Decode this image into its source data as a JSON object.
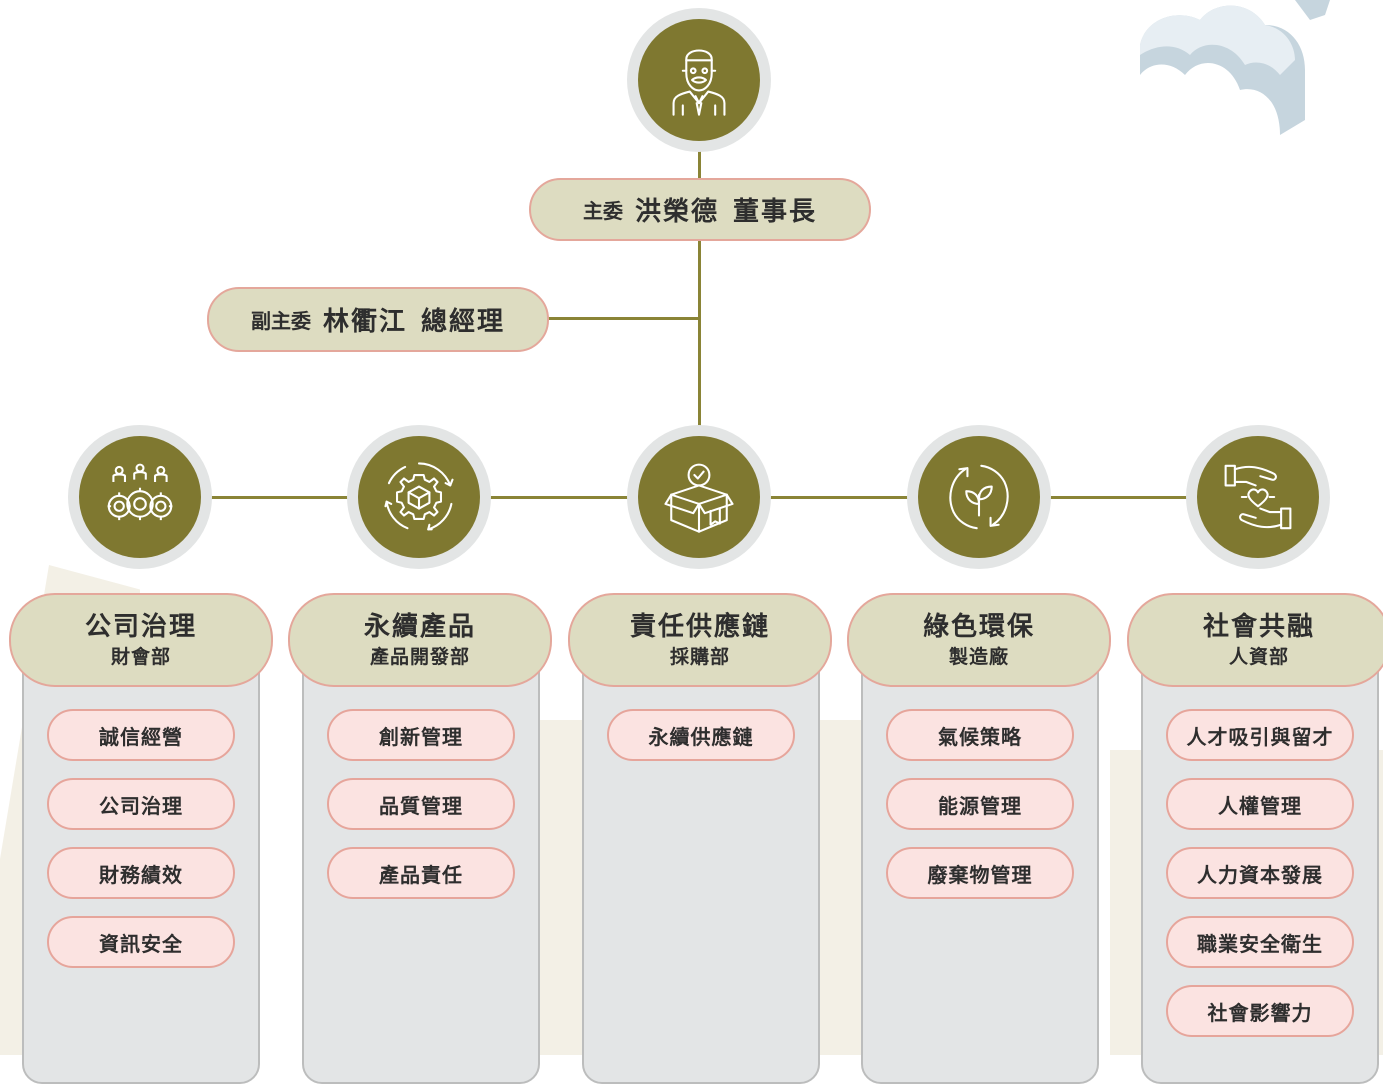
{
  "chair": {
    "role": "主委",
    "name": "洪榮德",
    "title": "董事長",
    "icon": "businessman-icon"
  },
  "vice": {
    "role": "副主委",
    "name": "林衢江",
    "title": "總經理"
  },
  "colors": {
    "olive": "#7f7830",
    "line": "#8a8436",
    "pill": "#dddcc1",
    "item": "#fbe3e1",
    "border": "#e4a79b",
    "panel": "#e3e5e6"
  },
  "departments": [
    {
      "name": "公司治理",
      "dept": "財會部",
      "icon": "gears-people-icon",
      "items": [
        "誠信經營",
        "公司治理",
        "財務績效",
        "資訊安全"
      ]
    },
    {
      "name": "永續產品",
      "dept": "產品開發部",
      "icon": "cube-cycle-gear-icon",
      "items": [
        "創新管理",
        "品質管理",
        "產品責任"
      ]
    },
    {
      "name": "責任供應鏈",
      "dept": "採購部",
      "icon": "box-check-icon",
      "items": [
        "永續供應鏈"
      ]
    },
    {
      "name": "綠色環保",
      "dept": "製造廠",
      "icon": "leaf-recycle-icon",
      "items": [
        "氣候策略",
        "能源管理",
        "廢棄物管理"
      ]
    },
    {
      "name": "社會共融",
      "dept": "人資部",
      "icon": "hands-heart-icon",
      "items": [
        "人才吸引與留才",
        "人權管理",
        "人力資本發展",
        "職業安全衛生",
        "社會影響力"
      ]
    }
  ]
}
